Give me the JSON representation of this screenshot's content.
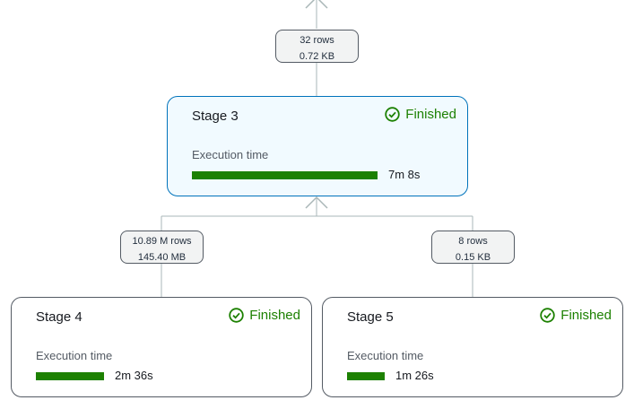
{
  "edges": [
    {
      "rows": "32 rows",
      "size": "0.72 KB"
    },
    {
      "rows": "10.89 M rows",
      "size": "145.40 MB"
    },
    {
      "rows": "8 rows",
      "size": "0.15 KB"
    }
  ],
  "stages": [
    {
      "title": "Stage 3",
      "status": "Finished",
      "exec_label": "Execution time",
      "duration": "7m 8s",
      "duration_seconds": 428
    },
    {
      "title": "Stage 4",
      "status": "Finished",
      "exec_label": "Execution time",
      "duration": "2m 36s",
      "duration_seconds": 156
    },
    {
      "title": "Stage 5",
      "status": "Finished",
      "exec_label": "Execution time",
      "duration": "1m 26s",
      "duration_seconds": 86
    }
  ],
  "colors": {
    "success": "#1d8102",
    "selected_border": "#0073bb",
    "selected_bg": "#f1faff",
    "line": "#aab7b8"
  },
  "icons": {
    "status": "check-circle-icon",
    "arrow": "arrow-up-icon"
  }
}
